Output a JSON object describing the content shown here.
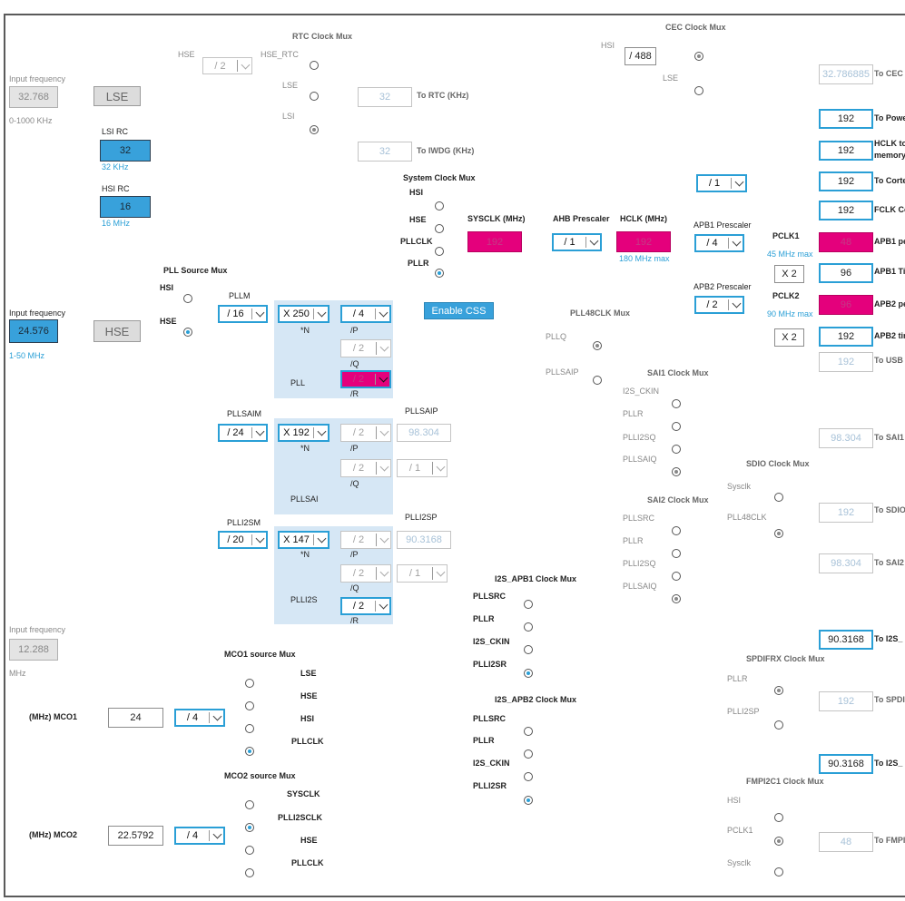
{
  "left_column": {
    "lse_input_label": "Input frequency",
    "lse_input_value": "32.768",
    "lse_input_range": "0-1000 KHz",
    "lse_label": "LSE",
    "lsi_rc_label": "LSI RC",
    "lsi_rc_value": "32",
    "lsi_rc_unit": "32 KHz",
    "hsi_rc_label": "HSI RC",
    "hsi_rc_value": "16",
    "hsi_rc_unit": "16 MHz",
    "hse_input_label": "Input frequency",
    "hse_input_value": "24.576",
    "hse_input_range": "1-50 MHz",
    "hse_label": "HSE",
    "i2s_input_label": "Input frequency",
    "i2s_input_value": "12.288",
    "i2s_input_unit": "MHz"
  },
  "rtc": {
    "mux_title": "RTC Clock Mux",
    "hse_label": "HSE",
    "div_value": "/ 2",
    "hse_rtc_label": "HSE_RTC",
    "lse_label": "LSE",
    "lsi_label": "LSI",
    "rtc_value": "32",
    "rtc_label": "To RTC (KHz)",
    "iwdg_value": "32",
    "iwdg_label": "To IWDG (KHz)"
  },
  "cec": {
    "mux_title": "CEC Clock Mux",
    "hsi_label": "HSI",
    "div_value": "/ 488",
    "lse_label": "LSE",
    "out_value": "32.786885",
    "out_label": "To CEC"
  },
  "sys": {
    "mux_title": "System Clock Mux",
    "hsi_label": "HSI",
    "hse_label": "HSE",
    "pllclk_label": "PLLCLK",
    "pllr_label": "PLLR",
    "enable_css": "Enable CSS",
    "sysclk_label": "SYSCLK (MHz)",
    "sysclk_value": "192",
    "ahb_label": "AHB Prescaler",
    "ahb_value": "/ 1",
    "hclk_label": "HCLK (MHz)",
    "hclk_value": "192",
    "hclk_max": "180 MHz max"
  },
  "outputs": {
    "power_value": "192",
    "power_label": "To Power",
    "hclk_mem_value": "192",
    "hclk_mem_label1": "HCLK to",
    "hclk_mem_label2": "memory",
    "cortex_div": "/ 1",
    "cortex_value": "192",
    "cortex_label": "To Cortex",
    "fclk_value": "192",
    "fclk_label": "FCLK Co",
    "apb1_prescaler_label": "APB1 Prescaler",
    "apb1_value": "/ 4",
    "pclk1_label": "PCLK1",
    "pclk1_max": "45 MHz max",
    "apb1p_value": "48",
    "apb1p_label": "APB1 pe",
    "x2a": "X 2",
    "apb1t_value": "96",
    "apb1t_label": "APB1 Ti",
    "apb2_prescaler_label": "APB2 Prescaler",
    "apb2_value": "/ 2",
    "pclk2_label": "PCLK2",
    "pclk2_max": "90 MHz max",
    "apb2p_value": "96",
    "apb2p_label": "APB2 pe",
    "x2b": "X 2",
    "apb2t_value": "192",
    "apb2t_label": "APB2 tim"
  },
  "pll": {
    "source_title": "PLL Source Mux",
    "hsi_label": "HSI",
    "hse_label": "HSE",
    "pllm_label": "PLLM",
    "pllm_value": "/ 16",
    "n_value": "X 250",
    "n_label": "*N",
    "p_value": "/ 4",
    "p_label": "/P",
    "q_value": "/ 2",
    "q_label": "/Q",
    "r_value": "/ 2",
    "r_label": "/R",
    "name": "PLL"
  },
  "pll48": {
    "title": "PLL48CLK Mux",
    "pllq_label": "PLLQ",
    "pllsaip_label": "PLLSAIP",
    "usb_value": "192",
    "usb_label": "To USB"
  },
  "pllsai": {
    "m_label": "PLLSAIM",
    "m_value": "/ 24",
    "n_value": "X 192",
    "n_label": "*N",
    "p_value": "/ 2",
    "p_label": "/P",
    "p_out_label": "PLLSAIP",
    "p_out_value": "98.304",
    "q_value": "/ 2",
    "q_label": "/Q",
    "q_div": "/ 1",
    "name": "PLLSAI"
  },
  "plli2s": {
    "m_label": "PLLI2SM",
    "m_value": "/ 20",
    "n_value": "X 147",
    "n_label": "*N",
    "p_value": "/ 2",
    "p_label": "/P",
    "p_out_label": "PLLI2SP",
    "p_out_value": "90.3168",
    "q_value": "/ 2",
    "q_label": "/Q",
    "q_div": "/ 1",
    "r_value": "/ 2",
    "r_label": "/R",
    "name": "PLLI2S"
  },
  "sai1": {
    "title": "SAI1 Clock Mux",
    "inputs": [
      "I2S_CKIN",
      "PLLR",
      "PLLI2SQ",
      "PLLSAIQ"
    ],
    "out_value": "98.304",
    "out_label": "To SAI1"
  },
  "sai2": {
    "title": "SAI2 Clock Mux",
    "inputs": [
      "PLLSRC",
      "PLLR",
      "PLLI2SQ",
      "PLLSAIQ"
    ],
    "out_value": "98.304",
    "out_label": "To SAI2"
  },
  "sdio": {
    "title": "SDIO Clock Mux",
    "inputs": [
      "Sysclk",
      "PLL48CLK"
    ],
    "out_value": "192",
    "out_label": "To SDIO"
  },
  "i2s_apb1": {
    "title": "I2S_APB1 Clock Mux",
    "inputs": [
      "PLLSRC",
      "PLLR",
      "I2S_CKIN",
      "PLLI2SR"
    ],
    "out_value": "90.3168",
    "out_label": "To I2S_"
  },
  "i2s_apb2": {
    "title": "I2S_APB2 Clock Mux",
    "inputs": [
      "PLLSRC",
      "PLLR",
      "I2S_CKIN",
      "PLLI2SR"
    ],
    "out_value": "90.3168",
    "out_label": "To I2S_"
  },
  "spdif": {
    "title": "SPDIFRX Clock Mux",
    "inputs": [
      "PLLR",
      "PLLI2SP"
    ],
    "out_value": "192",
    "out_label": "To SPDI"
  },
  "fmpi2c": {
    "title": "FMPI2C1 Clock Mux",
    "inputs": [
      "HSI",
      "PCLK1",
      "Sysclk"
    ],
    "out_value": "48",
    "out_label": "To FMPI"
  },
  "mco1": {
    "title": "MCO1 source Mux",
    "inputs": [
      "LSE",
      "HSE",
      "HSI",
      "PLLCLK"
    ],
    "label": "(MHz) MCO1",
    "value": "24",
    "div": "/ 4"
  },
  "mco2": {
    "title": "MCO2 source Mux",
    "inputs": [
      "SYSCLK",
      "PLLI2SCLK",
      "HSE",
      "PLLCLK"
    ],
    "label": "(MHz) MCO2",
    "value": "22.5792",
    "div": "/ 4"
  }
}
